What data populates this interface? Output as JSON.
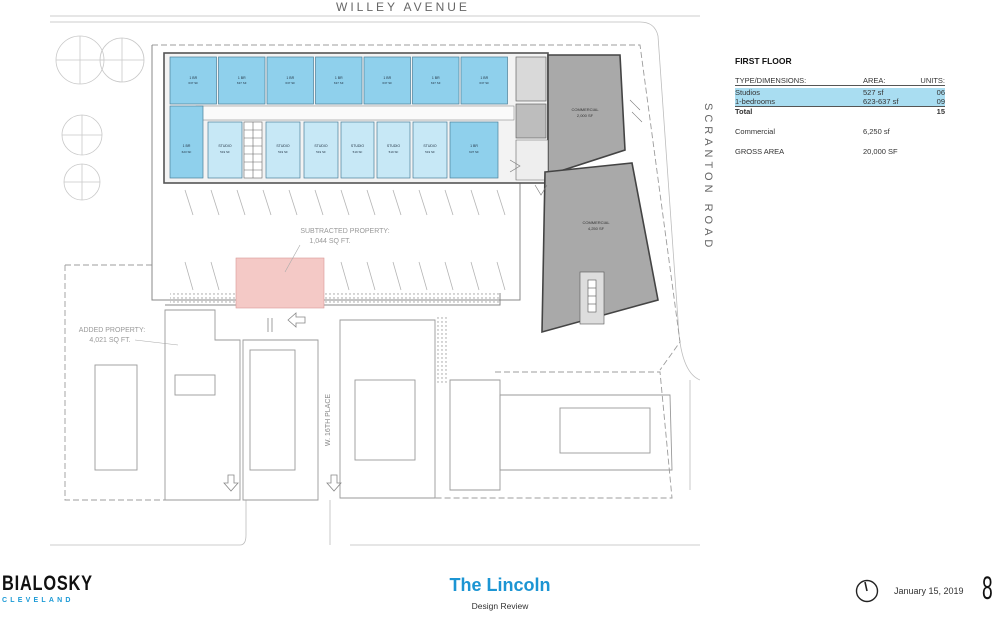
{
  "streets": {
    "north": "WILLEY AVENUE",
    "east": "SCRANTON ROAD",
    "west_place": "W. 16TH PLACE"
  },
  "plan": {
    "top_units": [
      {
        "label": "1 BR",
        "area": "637 SF"
      },
      {
        "label": "1 BR",
        "area": "637 SF"
      },
      {
        "label": "1 BR",
        "area": "637 SF"
      },
      {
        "label": "1 BR",
        "area": "637 SF"
      },
      {
        "label": "1 BR",
        "area": "637 SF"
      },
      {
        "label": "1 BR",
        "area": "637 SF"
      },
      {
        "label": "1 BR",
        "area": "637 SF"
      }
    ],
    "bottom_units": [
      {
        "label": "1 BR",
        "area": "623 SF",
        "kind": "br"
      },
      {
        "label": "STUDIO",
        "area": "519 SF",
        "kind": "studio"
      },
      {
        "label": "STUDIO",
        "area": "519 SF",
        "kind": "studio"
      },
      {
        "label": "STUDIO",
        "area": "519 SF",
        "kind": "studio"
      },
      {
        "label": "STUDIO",
        "area": "519 SF",
        "kind": "studio"
      },
      {
        "label": "STUDIO",
        "area": "519 SF",
        "kind": "studio"
      },
      {
        "label": "STUDIO",
        "area": "519 SF",
        "kind": "studio"
      },
      {
        "label": "1 BR",
        "area": "637 SF",
        "kind": "br"
      }
    ],
    "commercial_north": {
      "label": "COMMERCIAL",
      "area": "2,000 SF"
    },
    "commercial_south": {
      "label": "COMMERCIAL",
      "area": "4,250 SF"
    },
    "subtracted": {
      "line1": "SUBTRACTED PROPERTY:",
      "line2": "1,044 SQ FT."
    },
    "added": {
      "line1": "ADDED PROPERTY:",
      "line2": "4,021 SQ FT."
    },
    "colors": {
      "one_br": "#8fd0ec",
      "studio": "#c7e8f6",
      "commercial": "#a9a9a9",
      "subtracted": "#f4c9c6",
      "outline": "#555555"
    }
  },
  "schedule": {
    "title": "FIRST FLOOR",
    "headers": {
      "type": "TYPE/DIMENSIONS:",
      "area": "AREA:",
      "units": "UNITS:"
    },
    "rows": [
      {
        "type": "Studios",
        "area": "527 sf",
        "units": "06"
      },
      {
        "type": "1-bedrooms",
        "area": "623-637 sf",
        "units": "09"
      }
    ],
    "total": {
      "type": "Total",
      "units": "15"
    },
    "commercial": {
      "label": "Commercial",
      "value": "6,250 sf"
    },
    "gross": {
      "label": "GROSS AREA",
      "value": "20,000 SF"
    }
  },
  "footer": {
    "logo_main": "BIALOSKY",
    "logo_sub": "CLEVELAND",
    "title": "The Lincoln",
    "subtitle": "Design Review",
    "date": "January 15, 2019",
    "page": "8"
  }
}
